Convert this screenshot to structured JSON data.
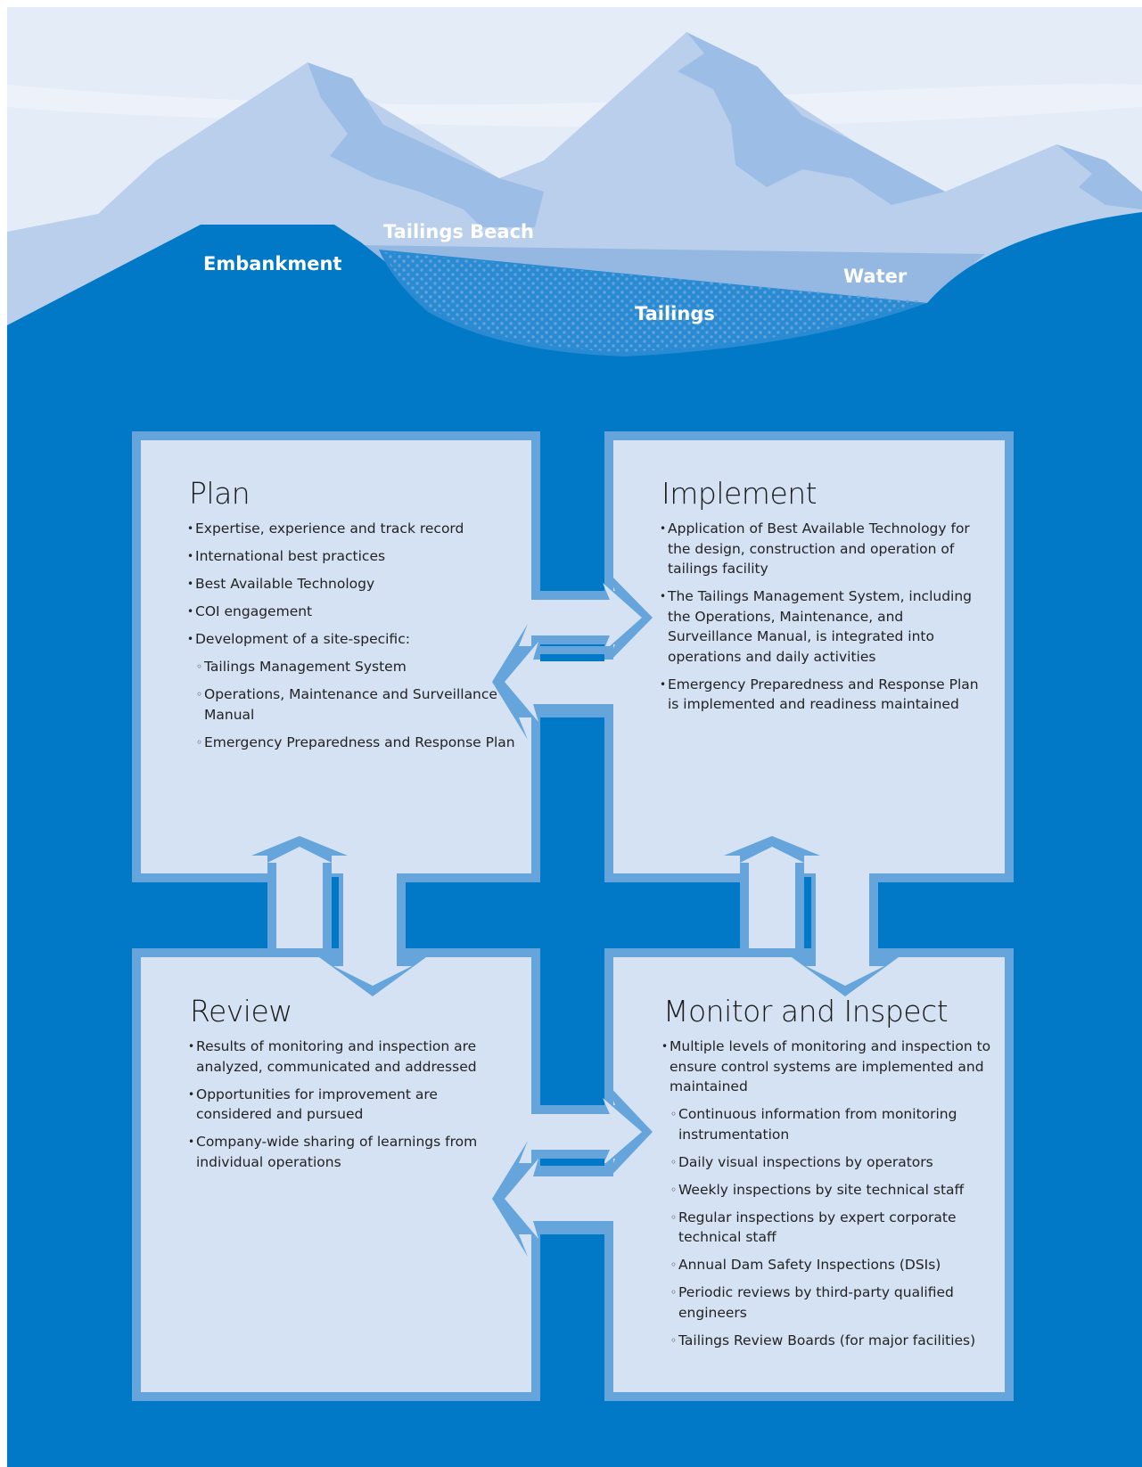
{
  "colors": {
    "sky": "#e4ecf7",
    "mountain_light": "#b9cfec",
    "mountain_mid": "#9bbde6",
    "deep_blue": "#0279c6",
    "arrow_blue": "#65a5dc",
    "box_fill": "#d5e2f3",
    "water": "#95b8e3",
    "tailings_dots": "#63a3dd",
    "white": "#ffffff"
  },
  "scene": {
    "embankment": "Embankment",
    "tailings_beach": "Tailings Beach",
    "water": "Water",
    "tailings": "Tailings"
  },
  "boxes": [
    {
      "title": "Plan",
      "items": [
        {
          "text": "Expertise, experience and track record",
          "level": 1
        },
        {
          "text": "International best practices",
          "level": 1
        },
        {
          "text": "Best Available Technology",
          "level": 1
        },
        {
          "text": "COI engagement",
          "level": 1
        },
        {
          "text": "Development of a site-specific:",
          "level": 1
        },
        {
          "text": "Tailings Management System",
          "level": 2
        },
        {
          "text": "Operations, Maintenance and Surveillance Manual",
          "level": 2
        },
        {
          "text": "Emergency Preparedness and Response Plan",
          "level": 2
        }
      ]
    },
    {
      "title": "Implement",
      "items": [
        {
          "text": "Application of Best Available Technology for the design, construction and operation of tailings facility",
          "level": 1
        },
        {
          "text": "The Tailings Management System, including the Operations, Maintenance, and Surveillance Manual, is integrated into operations and daily activities",
          "level": 1
        },
        {
          "text": "Emergency Preparedness and Response Plan is implemented and readiness maintained",
          "level": 1
        }
      ]
    },
    {
      "title": "Review",
      "items": [
        {
          "text": "Results of monitoring and inspection are analyzed, communicated and addressed",
          "level": 1
        },
        {
          "text": "Opportunities for improvement are considered and pursued",
          "level": 1
        },
        {
          "text": "Company-wide sharing of learnings from individual operations",
          "level": 1
        }
      ]
    },
    {
      "title": "Monitor and Inspect",
      "items": [
        {
          "text": "Multiple levels of monitoring and inspection to ensure control systems are implemented and maintained",
          "level": 1
        },
        {
          "text": "Continuous information from monitoring instrumentation",
          "level": 2
        },
        {
          "text": "Daily visual inspections by operators",
          "level": 2
        },
        {
          "text": "Weekly inspections by site technical staff",
          "level": 2
        },
        {
          "text": "Regular inspections by expert corporate technical staff",
          "level": 2
        },
        {
          "text": "Annual Dam Safety Inspections (DSIs)",
          "level": 2
        },
        {
          "text": "Periodic reviews by third-party qualified engineers",
          "level": 2
        },
        {
          "text": "Tailings Review Boards (for major facilities)",
          "level": 2
        }
      ]
    }
  ]
}
